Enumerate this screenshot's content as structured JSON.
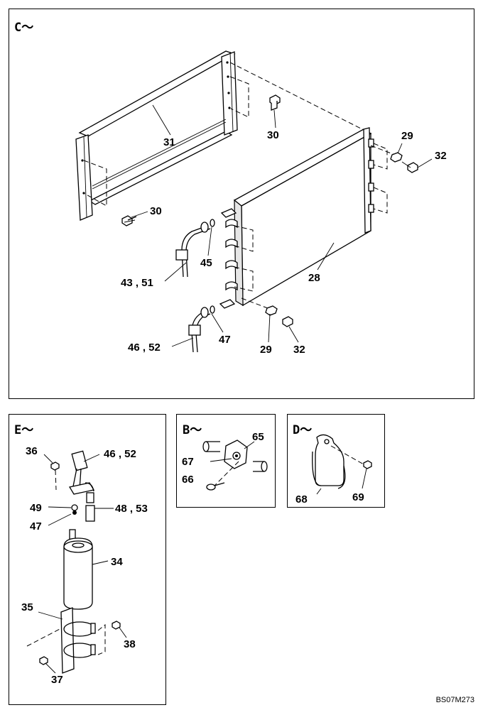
{
  "panels": {
    "C": {
      "title": "C～"
    },
    "E": {
      "title": "E～"
    },
    "B": {
      "title": "B～"
    },
    "D": {
      "title": "D～"
    }
  },
  "labels": {
    "c31": "31",
    "c30a": "30",
    "c30b": "30",
    "c29a": "29",
    "c32a": "32",
    "c45": "45",
    "c28": "28",
    "c43_51": "43 , 51",
    "c47": "47",
    "c46_52": "46 , 52",
    "c29b": "29",
    "c32b": "32",
    "e36": "36",
    "e46_52": "46 , 52",
    "e49": "49",
    "e48_53": "48 , 53",
    "e47": "47",
    "e34": "34",
    "e35": "35",
    "e38": "38",
    "e37": "37",
    "b65": "65",
    "b67": "67",
    "b66": "66",
    "d68": "68",
    "d69": "69"
  },
  "figure_code": "BS07M273"
}
